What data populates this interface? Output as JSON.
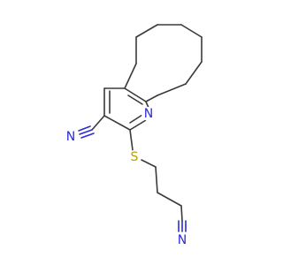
{
  "molecule": {
    "atom_labels": {
      "ring_nitrogen": "N",
      "nitrile_nitrogen_left": "N",
      "sulfur": "S",
      "nitrile_nitrogen_bottom": "N"
    },
    "colors": {
      "bond": "#3a3a3a",
      "nitrogen": "#2b2bd6",
      "sulfur": "#b8a000",
      "background": "#ffffff"
    }
  }
}
